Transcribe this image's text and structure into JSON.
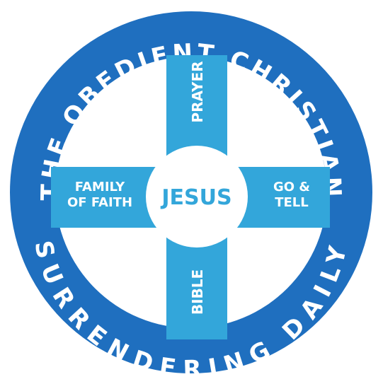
{
  "ring": {
    "top_text": "THE OBEDIENT CHRISTIAN",
    "bottom_text": "SURRENDERING DAILY"
  },
  "cross": {
    "center": "JESUS",
    "top": "PRAYER",
    "bottom": "BIBLE",
    "left_line1": "FAMILY",
    "left_line2": "OF FAITH",
    "right_line1": "GO &",
    "right_line2": "TELL"
  },
  "colors": {
    "ring": "#1f6fbf",
    "cross": "#33a6da",
    "background": "#ffffff"
  }
}
